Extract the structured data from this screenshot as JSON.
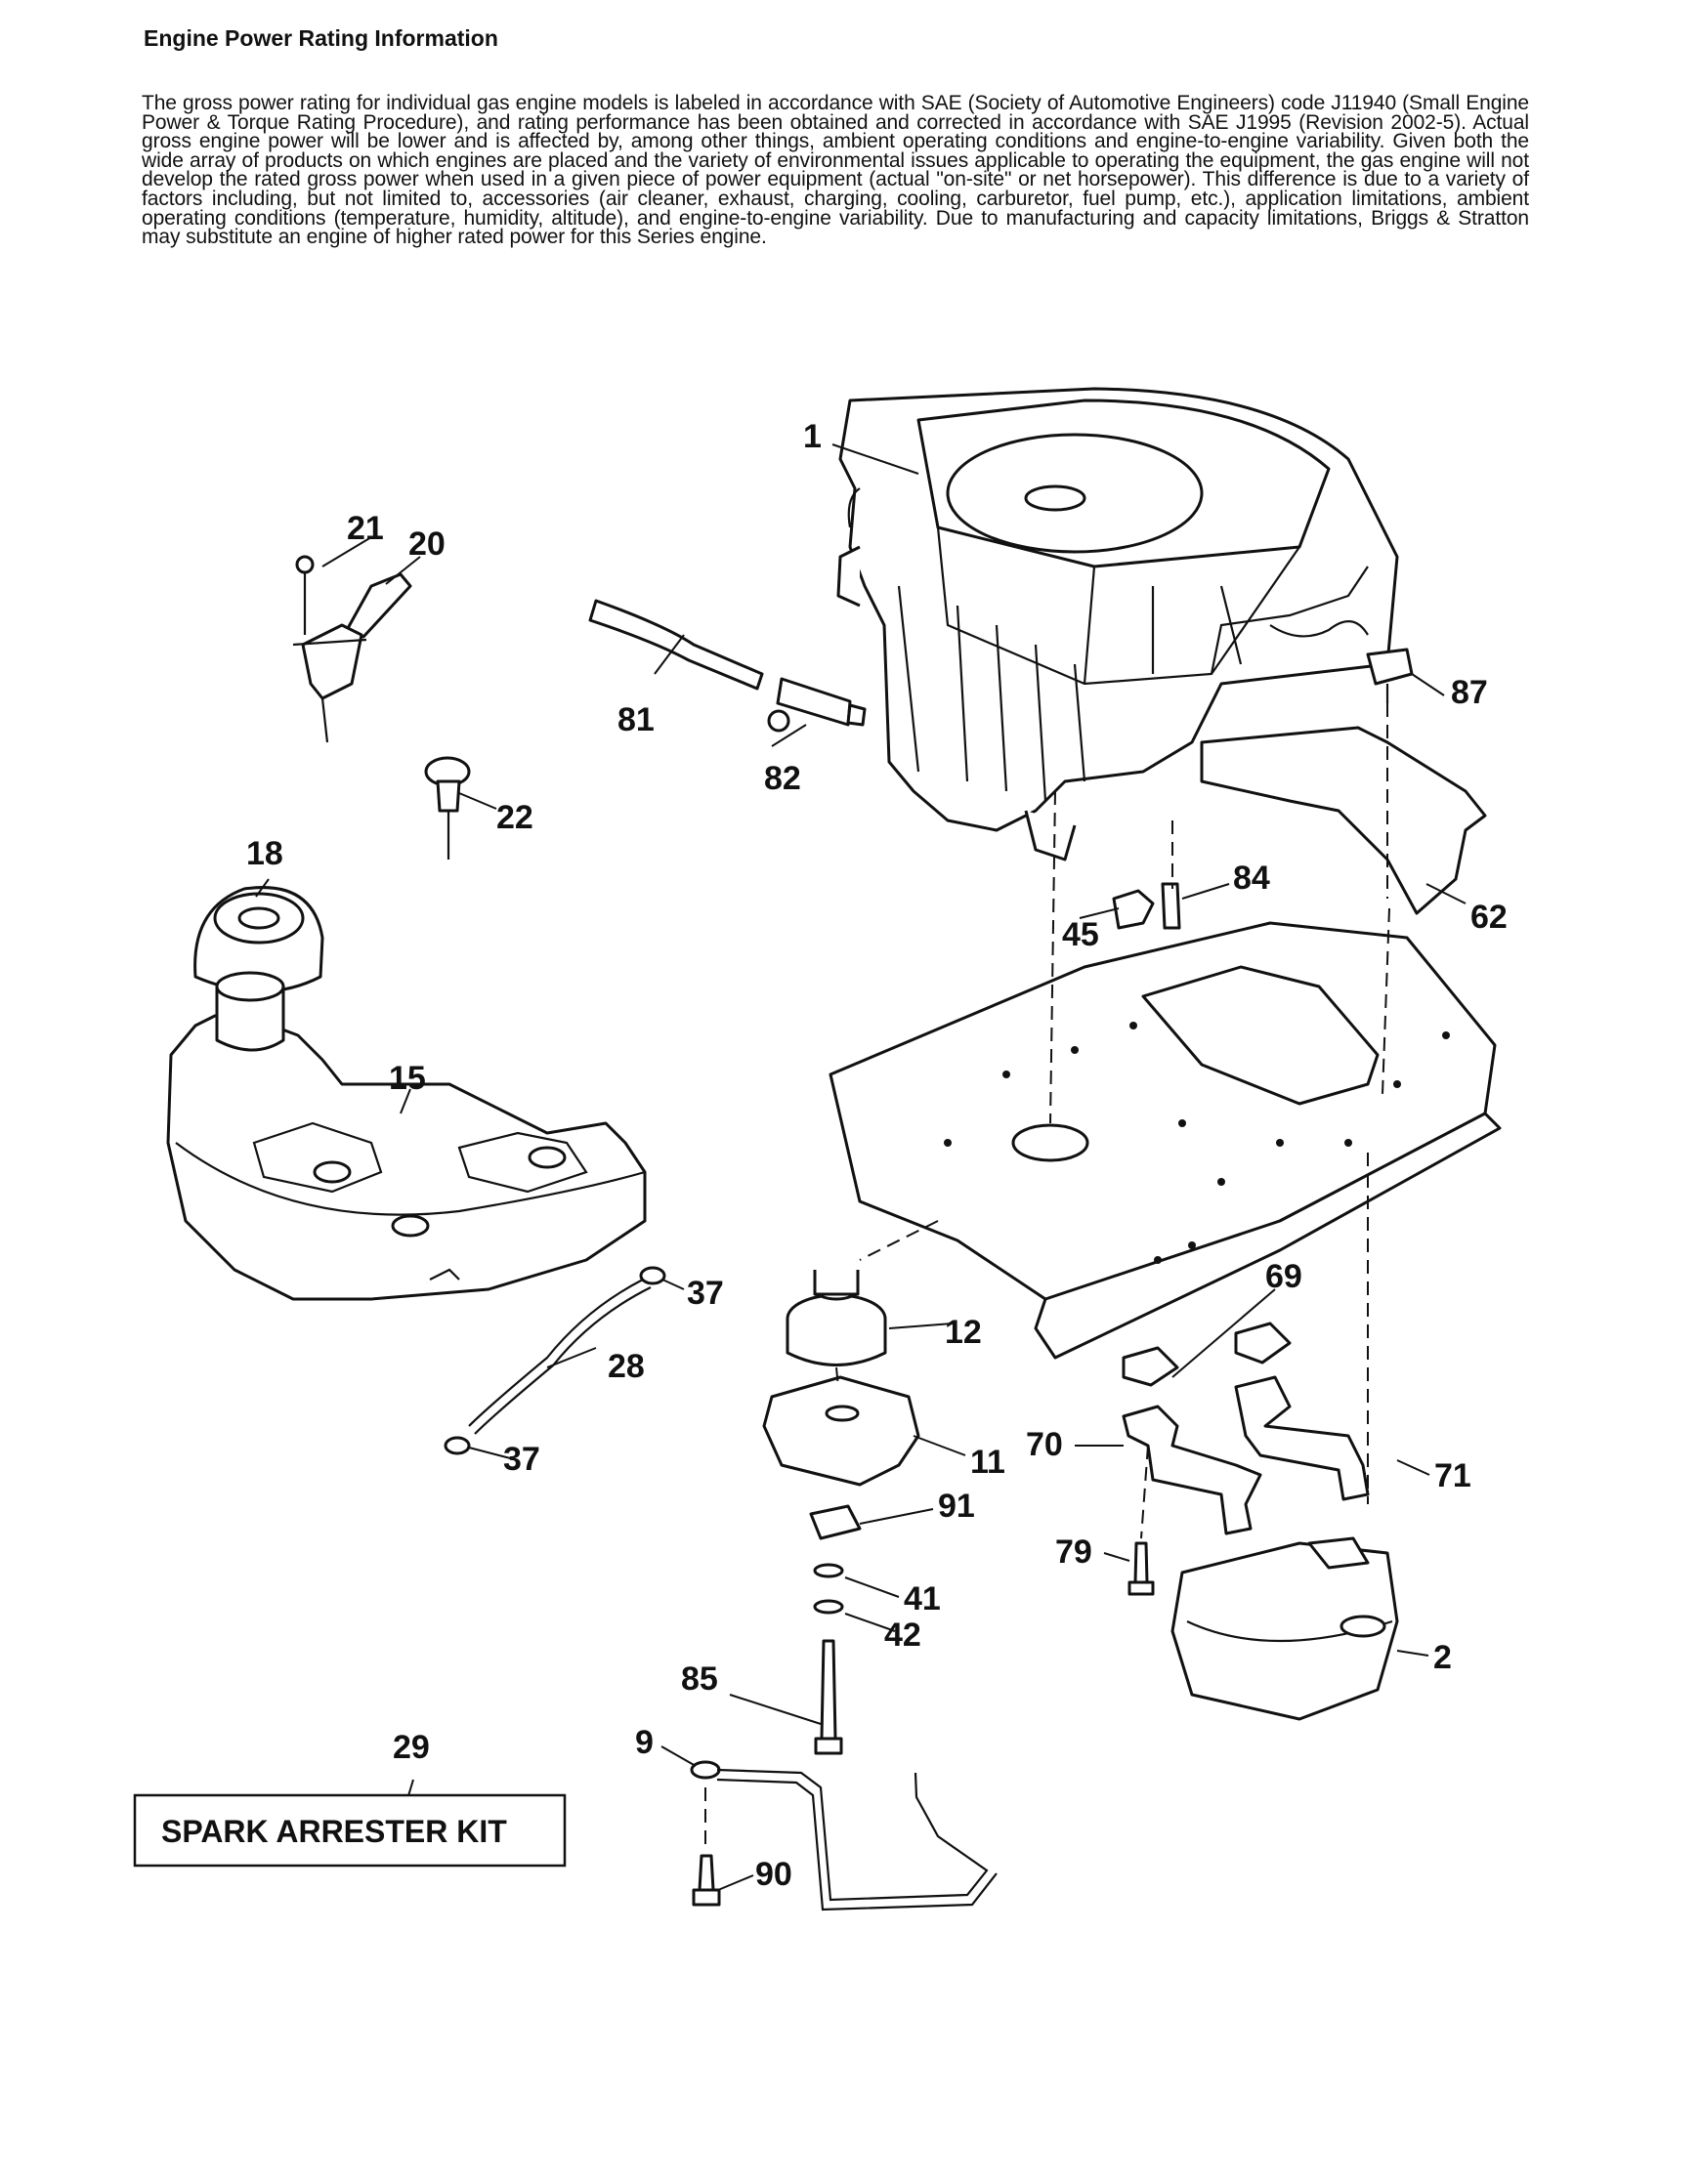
{
  "header": {
    "title": "Engine Power Rating Information",
    "paragraph": "The gross power rating for individual gas engine models is labeled in accordance with SAE (Society of Automotive Engineers) code J11940 (Small Engine Power & Torque Rating Procedure), and rating performance has been obtained and corrected in accordance with SAE J1995 (Revision 2002-5). Actual gross engine power will be lower and is affected by, among other things, ambient operating conditions and engine-to-engine variability. Given both the wide array of products on which engines are placed and the variety of environmental issues applicable to operating the equipment, the gas engine will not develop the rated gross power when used in a given piece of power equipment (actual \"on-site\" or net horsepower). This difference is due to a variety of factors including, but not limited to, accessories (air cleaner, exhaust, charging, cooling, carburetor, fuel pump, etc.), application limitations, ambient operating conditions (temperature, humidity, altitude), and engine-to-engine variability. Due to manufacturing and capacity limitations, Briggs & Stratton may substitute an engine of higher rated power for this Series engine."
  },
  "diagram": {
    "callouts": {
      "engine": "1",
      "muffler": "2",
      "heat_shield": "9",
      "pulley": "12",
      "clutch": "11",
      "fuel_tank": "15",
      "fuel_cap": "18",
      "choke_control": "20",
      "screw_21": "21",
      "knob_22": "22",
      "fuel_line": "28",
      "kit_callout": "29",
      "clamp_top": "37",
      "clamp_bottom": "37",
      "clutch_washer_41": "41",
      "clutch_washer_42": "42",
      "nut_45": "45",
      "shield_62": "62",
      "gasket": "69",
      "exhaust_left": "70",
      "exhaust_right": "71",
      "bolt_79": "79",
      "hose_81": "81",
      "fitting_82": "82",
      "bolt_84": "84",
      "bolt_85": "85",
      "bolt_87": "87",
      "bolt_90": "90",
      "spacer_91": "91"
    },
    "kit_label": "SPARK ARRESTER KIT"
  }
}
